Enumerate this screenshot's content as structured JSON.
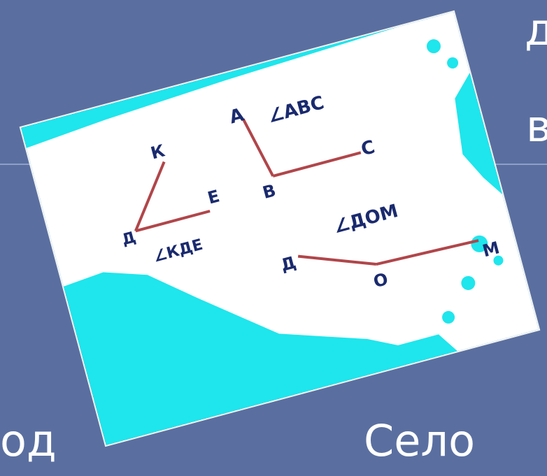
{
  "slide": {
    "top_fragment_1": "д",
    "top_fragment_2": "в",
    "bottom_left_fragment": "од",
    "bottom_right_word": "Село"
  },
  "figure": {
    "angle_kde": {
      "name": "∠КДЕ",
      "vertex": "Д",
      "point1": "К",
      "point2": "Е"
    },
    "angle_abc": {
      "name": "∠ABC",
      "vertex": "B",
      "point1": "A",
      "point2": "C"
    },
    "angle_dom": {
      "name": "∠ДОМ",
      "vertex": "О",
      "point1": "Д",
      "point2": "М"
    }
  },
  "colors": {
    "background": "#5a6fa0",
    "map_water": "#1ee6ec",
    "map_land": "#ffffff",
    "ray": "#b0464a",
    "label": "#1a2a6e"
  }
}
